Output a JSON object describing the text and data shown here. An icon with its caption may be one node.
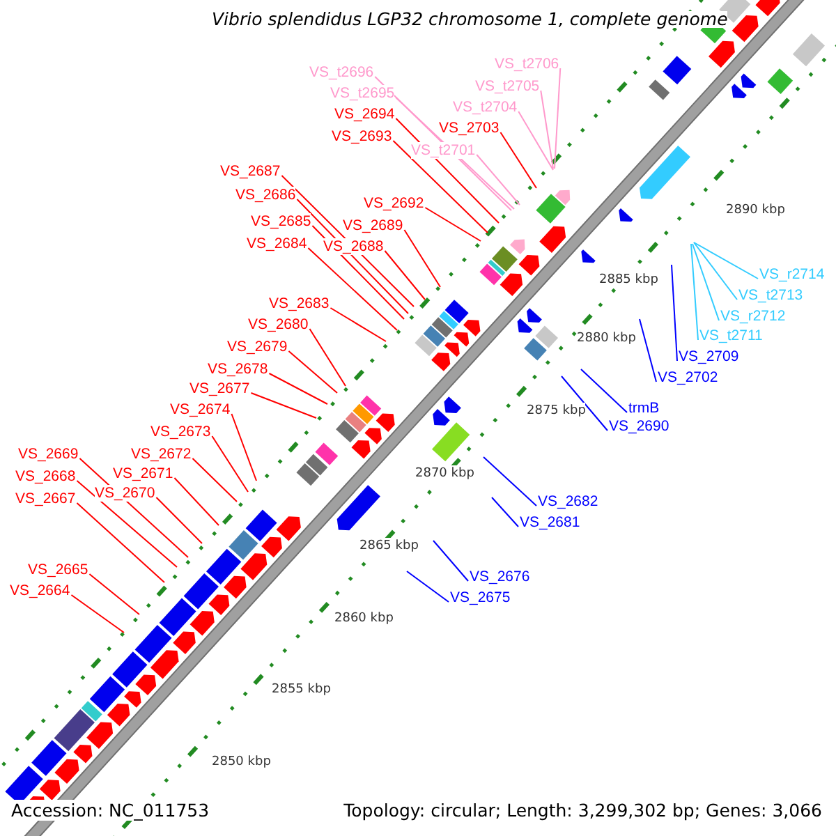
{
  "diagram": {
    "title": "Vibrio splendidus LGP32 chromosome 1, complete genome",
    "nodes": [
      {
        "text": [
          "VS_t2696"
        ]
      },
      {
        "text": [
          "VS_t2695"
        ]
      },
      {
        "text": [
          "VS_2694"
        ]
      },
      {
        "text": [
          "VS_2693"
        ]
      },
      {
        "text": [
          "VS_t2701"
        ]
      },
      {
        "text": [
          "VS_2703"
        ]
      },
      {
        "text": [
          "VS_t2704"
        ]
      },
      {
        "text": [
          "VS_t2705"
        ]
      },
      {
        "text": [
          "VS_t2706"
        ]
      },
      {
        "text": [
          "VS_2692"
        ]
      },
      {
        "text": [
          "VS_2689"
        ]
      },
      {
        "text": [
          "VS_2688"
        ]
      },
      {
        "text": [
          "VS_2687"
        ]
      },
      {
        "text": [
          "VS_2686"
        ]
      },
      {
        "text": [
          "VS_2685"
        ]
      },
      {
        "text": [
          "VS_2684"
        ]
      },
      {
        "text": [
          "VS_2683"
        ]
      },
      {
        "text": [
          "VS_2680"
        ]
      },
      {
        "text": [
          "VS_2679"
        ]
      },
      {
        "text": [
          "VS_2678"
        ]
      },
      {
        "text": [
          "VS_2677"
        ]
      },
      {
        "text": [
          "VS_2674"
        ]
      },
      {
        "text": [
          "VS_2673"
        ]
      },
      {
        "text": [
          "VS_2672"
        ]
      },
      {
        "text": [
          "VS_2671"
        ]
      },
      {
        "text": [
          "VS_2670"
        ]
      },
      {
        "text": [
          "VS_2669"
        ]
      },
      {
        "text": [
          "VS_2668"
        ]
      },
      {
        "text": [
          "VS_2667"
        ]
      },
      {
        "text": [
          "VS_2665"
        ]
      },
      {
        "text": [
          "VS_2664"
        ]
      },
      {
        "text": [
          "VS_r2714"
        ]
      },
      {
        "text": [
          "VS_t2713"
        ]
      },
      {
        "text": [
          "VS_r2712"
        ]
      },
      {
        "text": [
          "VS_t2711"
        ]
      },
      {
        "text": [
          "VS_2709"
        ]
      },
      {
        "text": [
          "VS_2702"
        ]
      },
      {
        "text": [
          "trmB"
        ]
      },
      {
        "text": [
          "VS_2690"
        ]
      },
      {
        "text": [
          "VS_2682"
        ]
      },
      {
        "text": [
          "VS_2681"
        ]
      },
      {
        "text": [
          "VS_2676"
        ]
      },
      {
        "text": [
          "VS_2675"
        ]
      }
    ],
    "edges": [
      {
        "from": 0,
        "to": null,
        "arrow": "none",
        "color": "#ff99cc"
      },
      {
        "from": 1,
        "to": null,
        "arrow": "none",
        "color": "#ff99cc"
      },
      {
        "from": 2,
        "to": null,
        "arrow": "none"
      },
      {
        "from": 3,
        "to": null,
        "arrow": "none"
      },
      {
        "from": 4,
        "to": null,
        "arrow": "none",
        "color": "#ff99cc"
      },
      {
        "from": 5,
        "to": null,
        "arrow": "none"
      },
      {
        "from": 6,
        "to": null,
        "arrow": "none",
        "color": "#ff99cc"
      },
      {
        "from": 7,
        "to": null,
        "arrow": "none",
        "color": "#ff99cc"
      },
      {
        "from": 8,
        "to": null,
        "arrow": "none",
        "color": "#ff99cc"
      },
      {
        "from": 9,
        "to": null,
        "arrow": "none"
      },
      {
        "from": 10,
        "to": null,
        "arrow": "none"
      },
      {
        "from": 11,
        "to": null,
        "arrow": "none"
      },
      {
        "from": 12,
        "to": null,
        "arrow": "none"
      },
      {
        "from": 13,
        "to": null,
        "arrow": "none"
      },
      {
        "from": 14,
        "to": null,
        "arrow": "none"
      },
      {
        "from": 15,
        "to": null,
        "arrow": "none"
      },
      {
        "from": 16,
        "to": null,
        "arrow": "none"
      },
      {
        "from": 17,
        "to": null,
        "arrow": "none"
      },
      {
        "from": 18,
        "to": null,
        "arrow": "none"
      },
      {
        "from": 19,
        "to": null,
        "arrow": "none"
      },
      {
        "from": 20,
        "to": null,
        "arrow": "none"
      },
      {
        "from": 21,
        "to": null,
        "arrow": "none"
      },
      {
        "from": 22,
        "to": null,
        "arrow": "none"
      },
      {
        "from": 23,
        "to": null,
        "arrow": "none"
      },
      {
        "from": 24,
        "to": null,
        "arrow": "none"
      },
      {
        "from": 25,
        "to": null,
        "arrow": "none"
      },
      {
        "from": 26,
        "to": null,
        "arrow": "none"
      },
      {
        "from": 27,
        "to": null,
        "arrow": "none"
      },
      {
        "from": 28,
        "to": null,
        "arrow": "none"
      },
      {
        "from": 29,
        "to": null,
        "arrow": "none"
      },
      {
        "from": 30,
        "to": null,
        "arrow": "none"
      },
      {
        "from": 31,
        "to": null,
        "arrow": "none",
        "color": "#33ccff"
      },
      {
        "from": 32,
        "to": null,
        "arrow": "none",
        "color": "#33ccff"
      },
      {
        "from": 33,
        "to": null,
        "arrow": "none",
        "color": "#33ccff"
      },
      {
        "from": 34,
        "to": null,
        "arrow": "none",
        "color": "#33ccff"
      },
      {
        "from": 35,
        "to": null,
        "arrow": "none",
        "color": "#0000ff"
      },
      {
        "from": 36,
        "to": null,
        "arrow": "none",
        "color": "#0000ff"
      },
      {
        "from": 37,
        "to": null,
        "arrow": "none",
        "color": "#0000ff"
      },
      {
        "from": 38,
        "to": null,
        "arrow": "none",
        "color": "#0000ff"
      },
      {
        "from": 39,
        "to": null,
        "arrow": "none",
        "color": "#0000ff"
      },
      {
        "from": 40,
        "to": null,
        "arrow": "none",
        "color": "#0000ff"
      },
      {
        "from": 41,
        "to": null,
        "arrow": "none",
        "color": "#0000ff"
      },
      {
        "from": 42,
        "to": null,
        "arrow": "none",
        "color": "#0000ff"
      }
    ],
    "labels": [
      "2890 kbp",
      "2885 kbp",
      "2880 kbp",
      "2875 kbp",
      "2870 kbp",
      "2865 kbp",
      "2860 kbp",
      "2855 kbp",
      "2850 kbp",
      "Accession: NC_011753",
      "Topology: circular; Length: 3,299,302 bp; Genes: 3,066"
    ]
  }
}
